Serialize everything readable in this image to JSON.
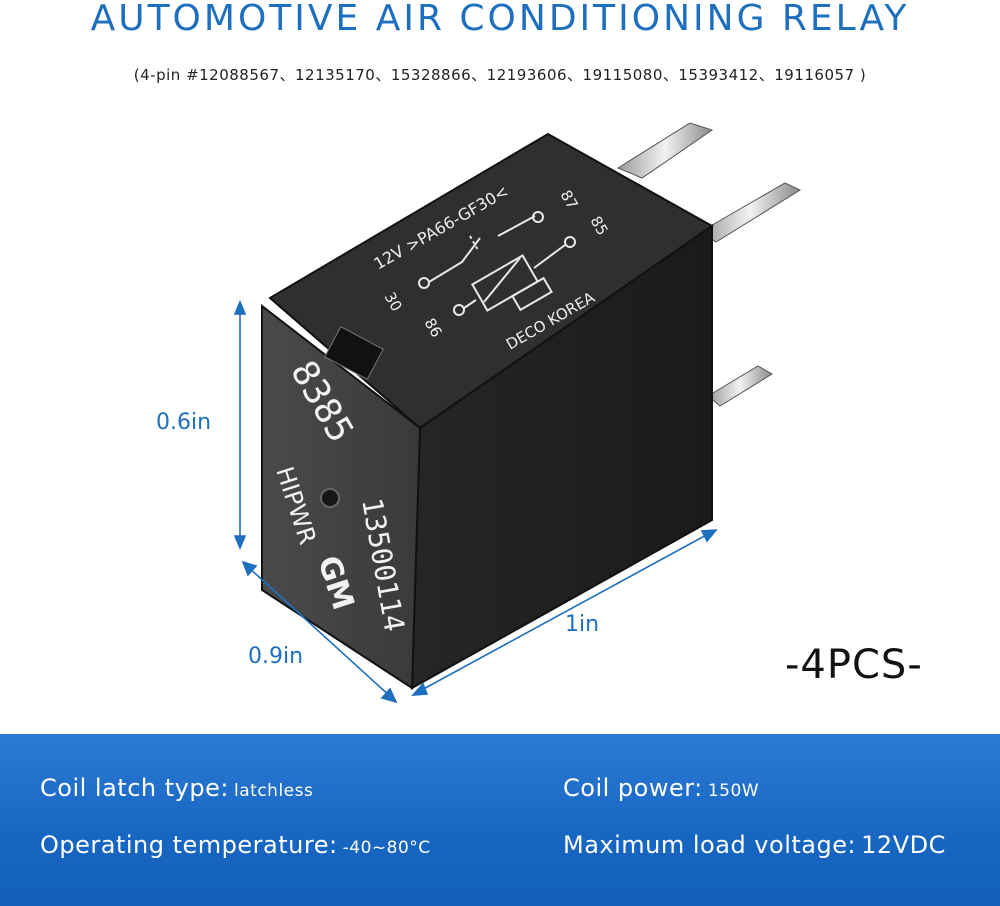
{
  "header": {
    "title": "AUTOMOTIVE AIR CONDITIONING RELAY",
    "subtitle": "(4-pin #12088567、12135170、15328866、12193606、19115080、15393412、19116057 )"
  },
  "relay": {
    "top_text": {
      "voltage": "12V",
      "material": ">PA66-GF30<",
      "pin_30": "30",
      "pin_86": "86",
      "pin_87": "87",
      "pin_85": "85",
      "maker": "DECO KOREA"
    },
    "side_text": {
      "code": "8385",
      "type": "HIPWR",
      "brand": "GM",
      "part": "13500114"
    }
  },
  "dimensions": {
    "height": "0.6in",
    "width": "0.9in",
    "length": "1in"
  },
  "quantity": "-4PCS-",
  "specs": {
    "coil_latch": {
      "label": "Coil latch type:",
      "value": "latchless"
    },
    "coil_power": {
      "label": "Coil power:",
      "value": "150W"
    },
    "temperature": {
      "label": "Operating temperature:",
      "value": "-40~80°C"
    },
    "load_voltage": {
      "label": "Maximum load voltage:",
      "value": "12VDC"
    }
  },
  "colors": {
    "accent": "#1f6fbf",
    "panel": "#1766c2",
    "relay_body": "#2b2b2b"
  }
}
